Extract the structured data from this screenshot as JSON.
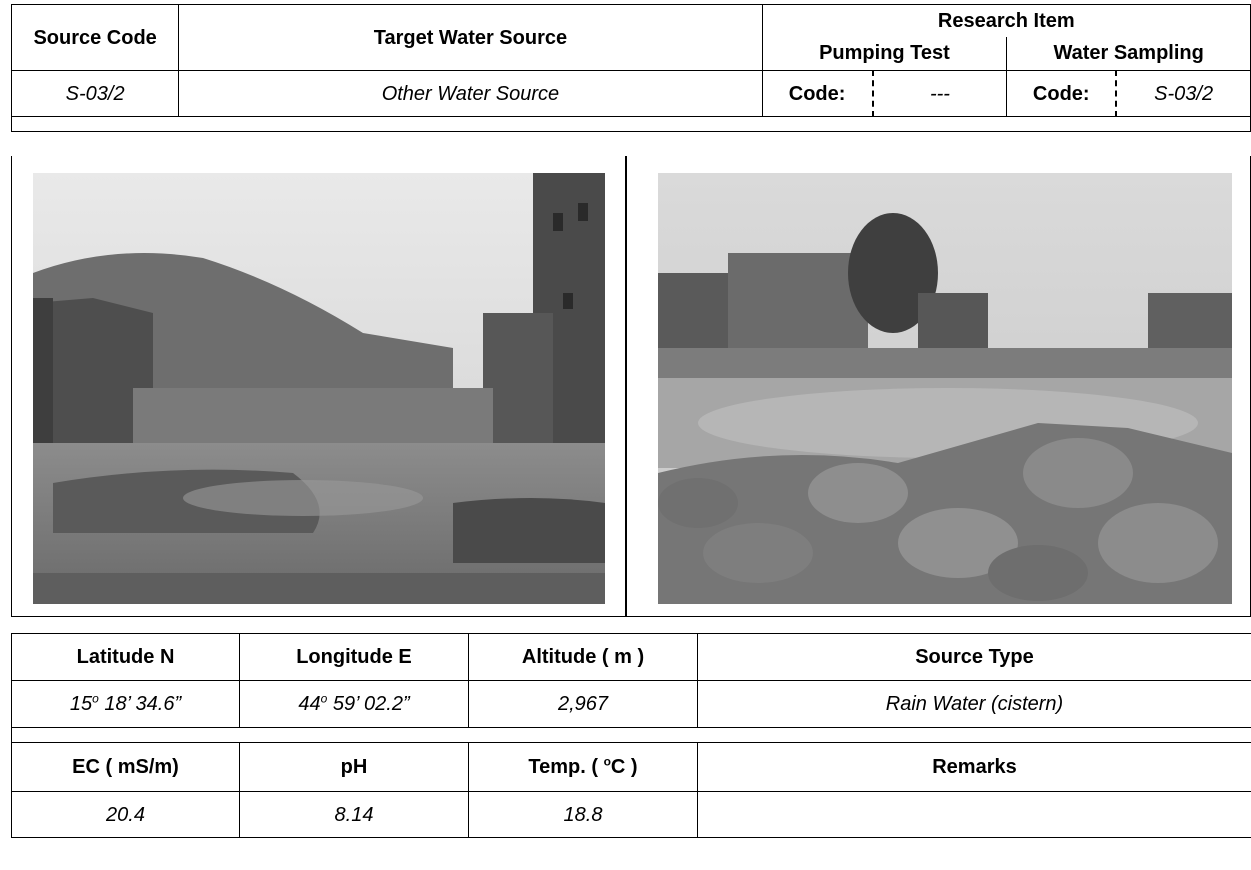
{
  "header": {
    "source_code_label": "Source Code",
    "target_water_source_label": "Target Water Source",
    "research_item_label": "Research Item",
    "pumping_test_label": "Pumping Test",
    "water_sampling_label": "Water Sampling"
  },
  "record": {
    "source_code": "S-03/2",
    "target_water_source": "Other Water Source",
    "pumping_test_code_label": "Code:",
    "pumping_test_code": "---",
    "water_sampling_code_label": "Code:",
    "water_sampling_code": "S-03/2"
  },
  "location": {
    "latitude_label": "Latitude N",
    "longitude_label": "Longitude E",
    "altitude_label": "Altitude ( m )",
    "source_type_label": "Source Type",
    "latitude_deg": "15",
    "latitude_rest": " 18’ 34.6”",
    "longitude_deg": "44",
    "longitude_rest": " 59’ 02.2”",
    "degree_symbol": "o",
    "altitude": "2,967",
    "source_type": "Rain Water (cistern)"
  },
  "quality": {
    "ec_label": "EC ( mS/m)",
    "ph_label": "pH",
    "temp_label_prefix": "Temp. ( ",
    "temp_label_degree": "o",
    "temp_label_suffix": "C )",
    "remarks_label": "Remarks",
    "ec": "20.4",
    "ph": "8.14",
    "temp": "18.8",
    "remarks": ""
  }
}
